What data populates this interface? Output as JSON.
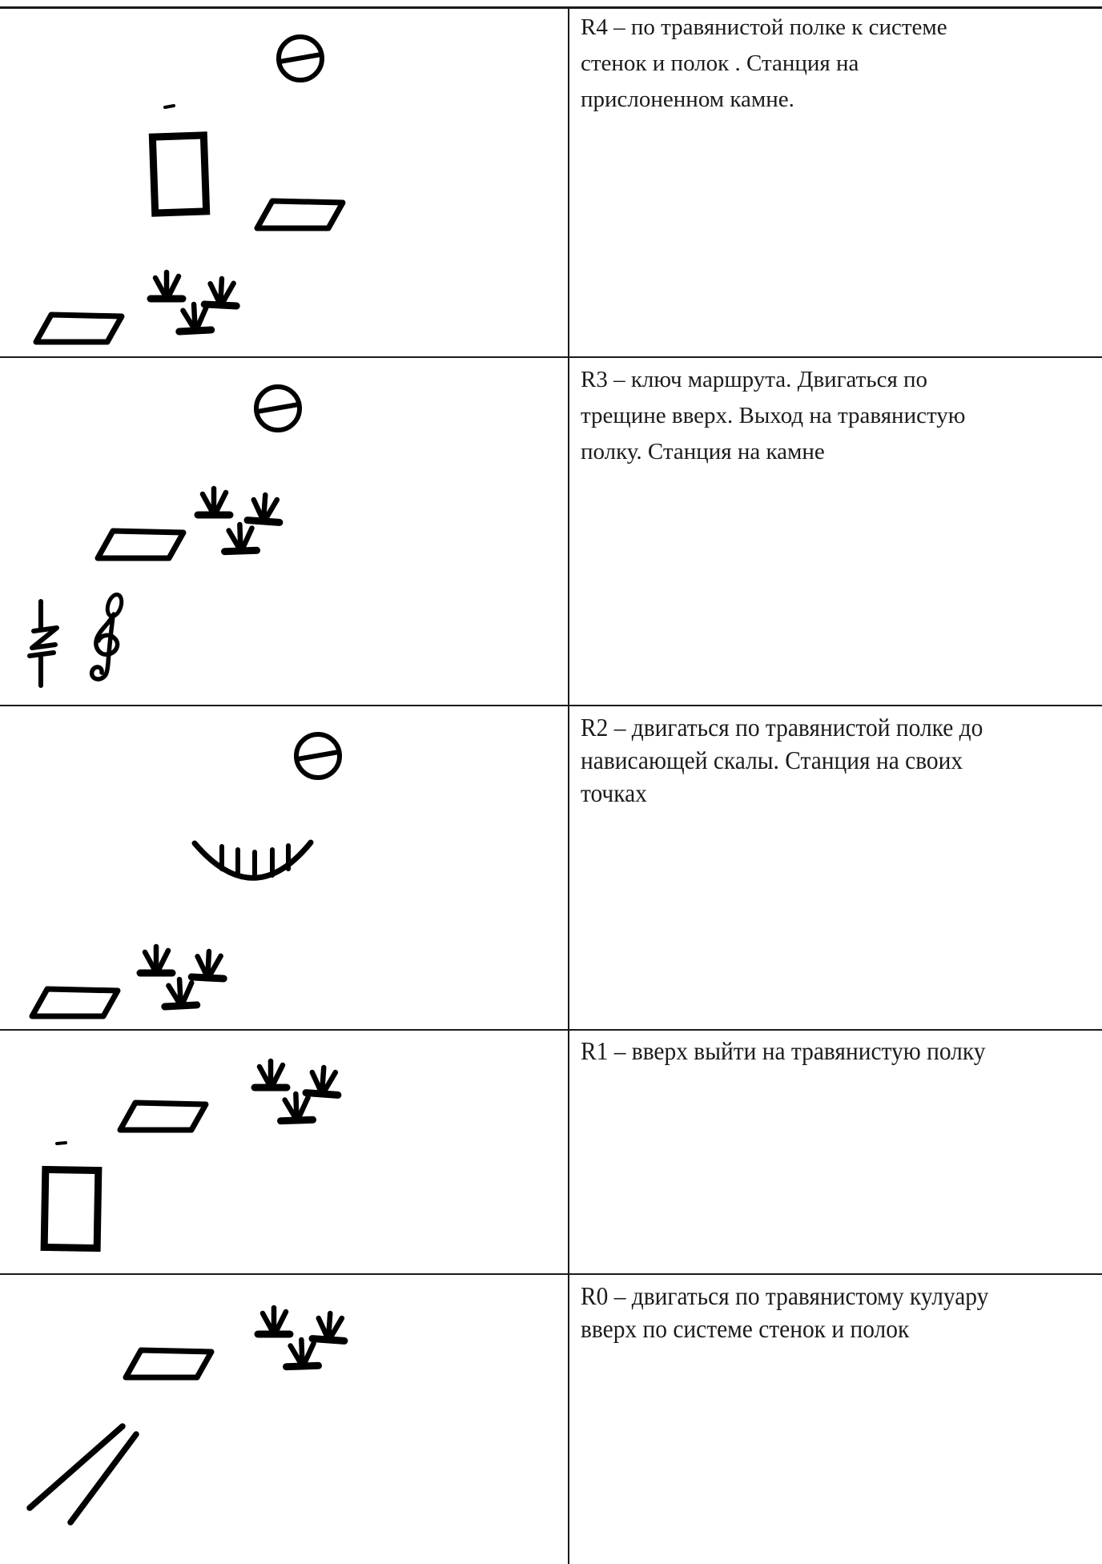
{
  "page": {
    "background": "#ffffff",
    "ink_color": "#000000",
    "text_color": "#1b1b1b",
    "border_color": "#1a1a1a"
  },
  "table": {
    "rows": [
      {
        "id": "R4",
        "text": "R4 – по травянистой полке к системе\nстенок и полок . Станция на\nприслоненном камне.",
        "symbols": [
          "belay-station",
          "small-dash",
          "rock-block",
          "grass-ledge",
          "grass-tuft",
          "grass-tuft",
          "grass-tuft",
          "grass-ledge"
        ]
      },
      {
        "id": "R3",
        "text": "R3 – ключ маршрута. Двигаться по\nтрещине вверх. Выход на травянистую\nполку. Станция на камне",
        "symbols": [
          "belay-station",
          "grass-tuft",
          "grass-tuft",
          "grass-tuft",
          "grass-ledge",
          "crack-zigzag",
          "treble-clef-crux"
        ]
      },
      {
        "id": "R2",
        "text": "R2 – двигаться по травянистой полке до\nнависающей скалы. Станция на своих\nточках",
        "symbols": [
          "belay-station",
          "overhang-arc",
          "grass-tuft",
          "grass-tuft",
          "grass-tuft",
          "grass-ledge"
        ]
      },
      {
        "id": "R1",
        "text": "R1 – вверх выйти на травянистую полку",
        "symbols": [
          "grass-tuft",
          "grass-tuft",
          "grass-tuft",
          "grass-ledge",
          "small-dash",
          "rock-block"
        ]
      },
      {
        "id": "R0",
        "text": "R0 – двигаться по травянистому кулуару\nвверх по системе стенок и полок",
        "symbols": [
          "grass-tuft",
          "grass-tuft",
          "grass-tuft",
          "grass-ledge",
          "double-slash-lines"
        ]
      }
    ]
  }
}
